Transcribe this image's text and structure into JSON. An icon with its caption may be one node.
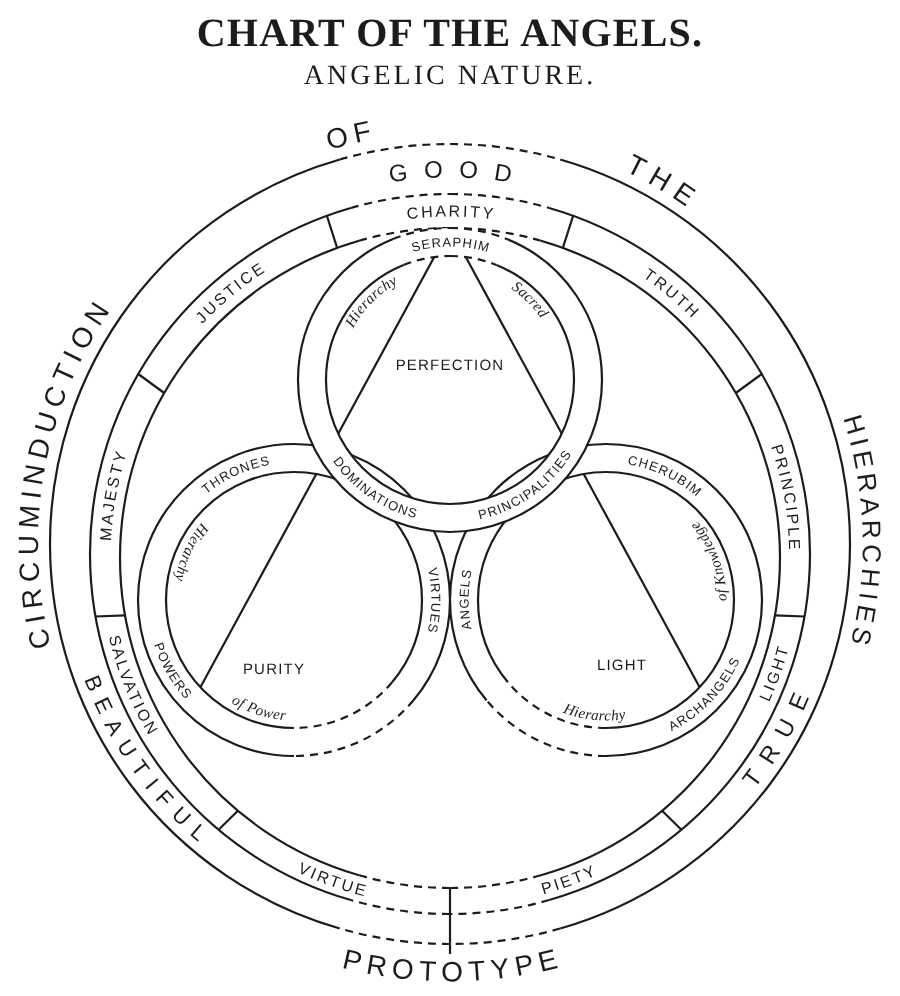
{
  "diagram": {
    "title": "CHART OF THE ANGELS.",
    "nodes": [
      {
        "text": [
          "GOOD",
          "CHARITY",
          "TRUTH",
          "PRINCIPLE",
          "LIGHT",
          "TRUE",
          "PIETY",
          "VIRTUE",
          "BEAUTIFUL",
          "SALVATION",
          "MAJESTY",
          "JUSTICE"
        ]
      },
      {
        "text": [
          "SERAPHIM",
          "Hierarchy",
          "Sacred",
          "PERFECTION",
          "DOMINATIONS",
          "PRINCIPALITIES"
        ],
        "in": 0
      },
      {
        "text": [
          "THRONES",
          "Hierarchy",
          "VIRTUES",
          "of Power",
          "PURITY",
          "POWERS"
        ],
        "in": 0
      },
      {
        "text": [
          "CHERUBIM",
          "ANGELS",
          "of Knowledge",
          "LIGHT",
          "Hierarchy",
          "ARCHANGELS"
        ],
        "in": 0
      }
    ],
    "labels": [
      "ANGELIC NATURE.",
      "OF",
      "THE",
      "CIRCUMINDUCTION",
      "HIERARCHIES",
      "PROTOTYPE"
    ]
  }
}
